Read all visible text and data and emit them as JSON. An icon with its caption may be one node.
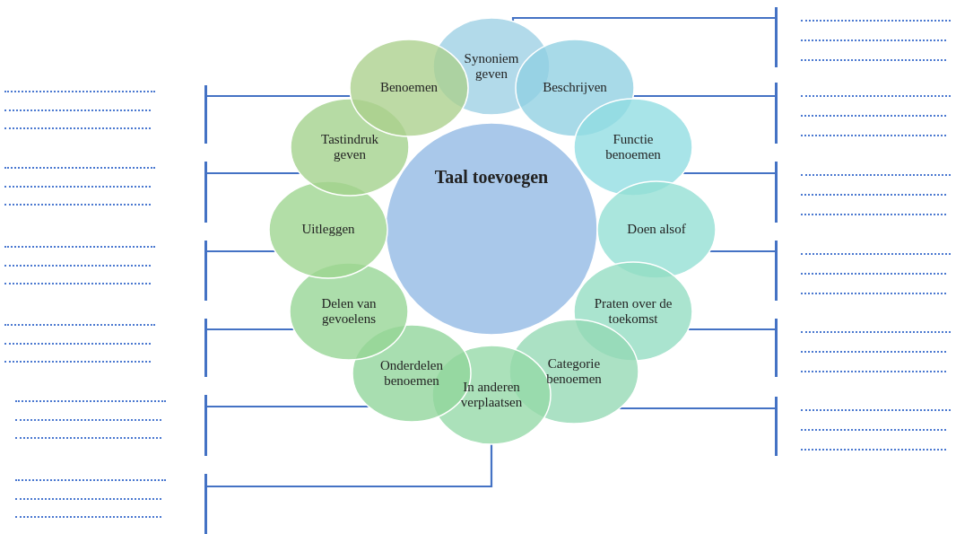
{
  "diagram": {
    "nodes": [
      {
        "text": [
          "Taal toevoegen"
        ]
      },
      {
        "text": [
          "Synoniem geven"
        ]
      },
      {
        "text": [
          "Beschrijven"
        ]
      },
      {
        "text": [
          "Functie benoemen"
        ]
      },
      {
        "text": [
          "Doen alsof"
        ]
      },
      {
        "text": [
          "Praten over de toekomst"
        ]
      },
      {
        "text": [
          "Categorie benoemen"
        ]
      },
      {
        "text": [
          "In anderen verplaatsen"
        ]
      },
      {
        "text": [
          "Onderdelen benoemen"
        ]
      },
      {
        "text": [
          "Delen van gevoelens"
        ]
      },
      {
        "text": [
          "Uitleggen"
        ]
      },
      {
        "text": [
          "Tastindruk geven"
        ]
      },
      {
        "text": [
          "Benoemen"
        ]
      },
      {
        "text": [],
        "shape": "bar"
      },
      {
        "text": [],
        "shape": "bar"
      },
      {
        "text": [],
        "shape": "bar"
      },
      {
        "text": [],
        "shape": "bar"
      },
      {
        "text": [],
        "shape": "bar"
      },
      {
        "text": [],
        "shape": "bar"
      },
      {
        "text": [],
        "shape": "bar"
      },
      {
        "text": [],
        "shape": "bar"
      },
      {
        "text": [],
        "shape": "bar"
      },
      {
        "text": [],
        "shape": "bar"
      },
      {
        "text": [],
        "shape": "bar"
      },
      {
        "text": [],
        "shape": "bar"
      }
    ],
    "edges": [
      {
        "from": 1,
        "to": 13,
        "arrow": "none"
      },
      {
        "from": 2,
        "to": 14,
        "arrow": "none"
      },
      {
        "from": 3,
        "to": 15,
        "arrow": "none"
      },
      {
        "from": 4,
        "to": 16,
        "arrow": "none"
      },
      {
        "from": 5,
        "to": 17,
        "arrow": "none"
      },
      {
        "from": 6,
        "to": 18,
        "arrow": "none"
      },
      {
        "from": 12,
        "to": 19,
        "arrow": "none"
      },
      {
        "from": 11,
        "to": 20,
        "arrow": "none"
      },
      {
        "from": 10,
        "to": 21,
        "arrow": "none"
      },
      {
        "from": 9,
        "to": 22,
        "arrow": "none"
      },
      {
        "from": 8,
        "to": 23,
        "arrow": "none"
      },
      {
        "from": 7,
        "to": 24,
        "arrow": "none"
      }
    ]
  }
}
